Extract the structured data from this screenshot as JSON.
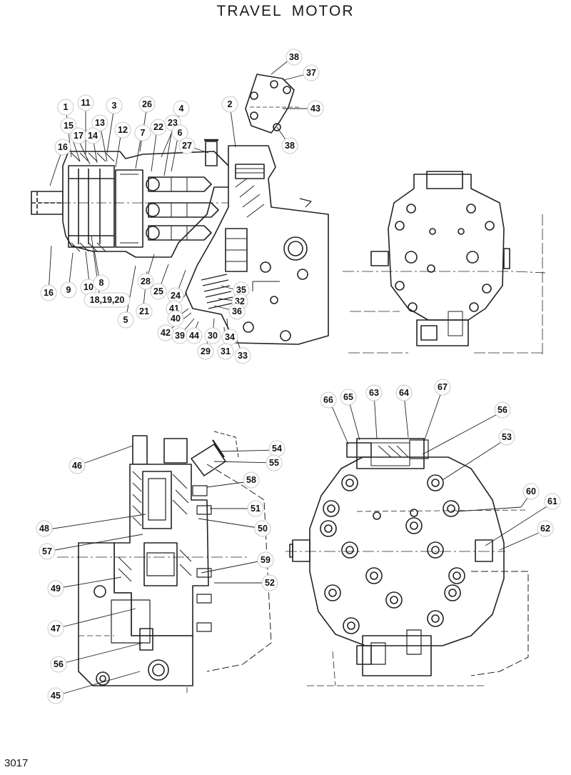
{
  "title": "TRAVEL  MOTOR",
  "page_number": "3017",
  "views": [
    {
      "name": "cross-section-view"
    },
    {
      "name": "rear-end-view"
    },
    {
      "name": "valve-side-section-view"
    },
    {
      "name": "valve-cover-view"
    }
  ],
  "callouts": [
    "1",
    "11",
    "3",
    "26",
    "4",
    "2",
    "15",
    "13",
    "12",
    "7",
    "22",
    "23",
    "6",
    "17",
    "14",
    "16",
    "27",
    "38",
    "37",
    "43",
    "38",
    "16",
    "9",
    "10",
    "8",
    "18,19,20",
    "28",
    "25",
    "24",
    "41",
    "40",
    "21",
    "5",
    "35",
    "32",
    "36",
    "42",
    "39",
    "44",
    "30",
    "34",
    "29",
    "31",
    "33",
    "66",
    "65",
    "63",
    "64",
    "67",
    "56",
    "53",
    "60",
    "61",
    "62",
    "46",
    "54",
    "55",
    "58",
    "51",
    "50",
    "48",
    "57",
    "59",
    "52",
    "49",
    "47",
    "56",
    "45"
  ]
}
